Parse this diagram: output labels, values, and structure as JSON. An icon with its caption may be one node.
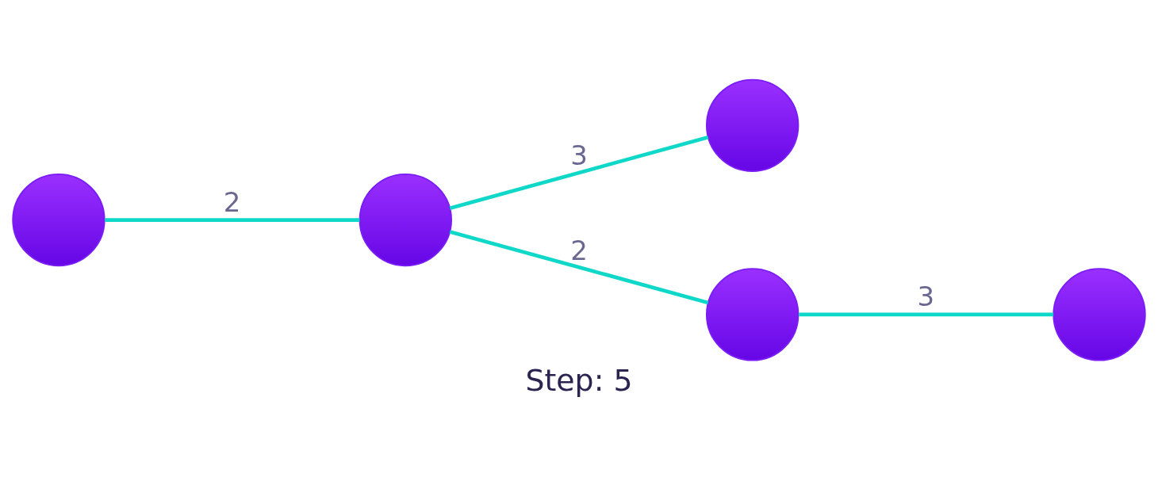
{
  "diagram": {
    "caption": "Step: 5",
    "nodes": [
      {
        "text": [],
        "shape": "circle"
      },
      {
        "text": [],
        "shape": "circle"
      },
      {
        "text": [],
        "shape": "circle"
      },
      {
        "text": [],
        "shape": "circle"
      },
      {
        "text": [],
        "shape": "circle"
      }
    ],
    "edges": [
      {
        "from": 0,
        "to": 1,
        "arrow": "none",
        "label": "2"
      },
      {
        "from": 1,
        "to": 2,
        "arrow": "none",
        "label": "3"
      },
      {
        "from": 1,
        "to": 3,
        "arrow": "none",
        "label": "2"
      },
      {
        "from": 3,
        "to": 4,
        "arrow": "none",
        "label": "3"
      }
    ]
  }
}
